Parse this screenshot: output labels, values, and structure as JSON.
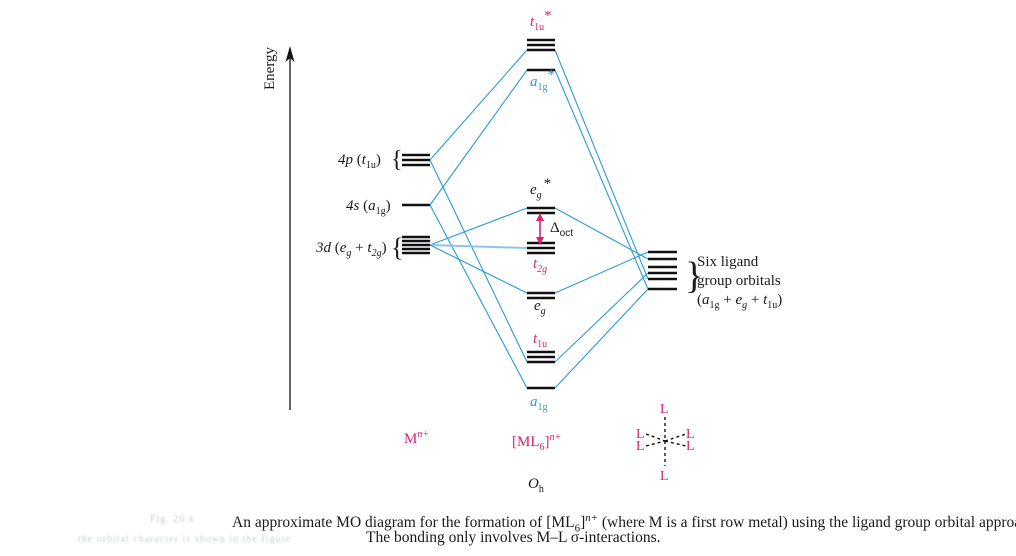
{
  "figure": {
    "axis_label": "Energy",
    "colors": {
      "bonding_lines": "#2a9ad8",
      "pink_labels": "#d6246e",
      "blue_labels": "#2a9ad8",
      "levels": "#111111"
    },
    "metal_orbitals": {
      "p": {
        "label": "4p",
        "sym": "t",
        "sub": "1u",
        "degeneracy": 3
      },
      "s": {
        "label": "4s",
        "sym": "a",
        "sub": "1g",
        "degeneracy": 1
      },
      "d": {
        "label": "3d",
        "sym1": "e",
        "sub1": "g",
        "plus": "+",
        "sym2": "t",
        "sub2": "2g",
        "degeneracy": 5
      }
    },
    "mo_levels": [
      {
        "id": "t1u_star",
        "sym": "t",
        "sub": "1u",
        "star": "*",
        "color": "pink",
        "degeneracy": 3
      },
      {
        "id": "a1g_star",
        "sym": "a",
        "sub": "1g",
        "star": "*",
        "color": "blue",
        "degeneracy": 1
      },
      {
        "id": "eg_star",
        "sym": "e",
        "sub": "g",
        "star": "*",
        "color": "black",
        "degeneracy": 2
      },
      {
        "id": "t2g",
        "sym": "t",
        "sub": "2g",
        "star": "",
        "color": "pink",
        "degeneracy": 3
      },
      {
        "id": "eg",
        "sym": "e",
        "sub": "g",
        "star": "",
        "color": "black",
        "degeneracy": 2
      },
      {
        "id": "t1u",
        "sym": "t",
        "sub": "1u",
        "star": "",
        "color": "pink",
        "degeneracy": 3
      },
      {
        "id": "a1g",
        "sym": "a",
        "sub": "1g",
        "star": "",
        "color": "blue",
        "degeneracy": 1
      }
    ],
    "splitting_label": {
      "delta": "Δ",
      "sub": "oct"
    },
    "ligand_orbitals": {
      "line1": "Six ligand",
      "line2": "group orbitals",
      "sym1": "a",
      "sub1": "1g",
      "plus1": "+",
      "sym2": "e",
      "sub2": "g",
      "plus2": "+",
      "sym3": "t",
      "sub3": "1u",
      "degeneracy": 6
    },
    "bottom_labels": {
      "metal": "M",
      "metal_sup": "n+",
      "complex": "[ML",
      "complex_sub": "6",
      "complex_close": "]",
      "complex_sup": "n+",
      "point_group": "O",
      "point_group_sub": "h",
      "ligand_letter": "L"
    }
  },
  "caption": {
    "figure_number_blurred": "Fig. 20.x",
    "line1_a": "An approximate MO diagram for the formation of [ML",
    "line1_sub": "6",
    "line1_b": "]",
    "line1_sup": "n+",
    "line1_c": " (where M is a first row metal) using the ligand group orbital approach;",
    "line2_blurred": "the orbital character is shown in the figure",
    "line2": "The bonding only involves M–L σ-interactions."
  }
}
